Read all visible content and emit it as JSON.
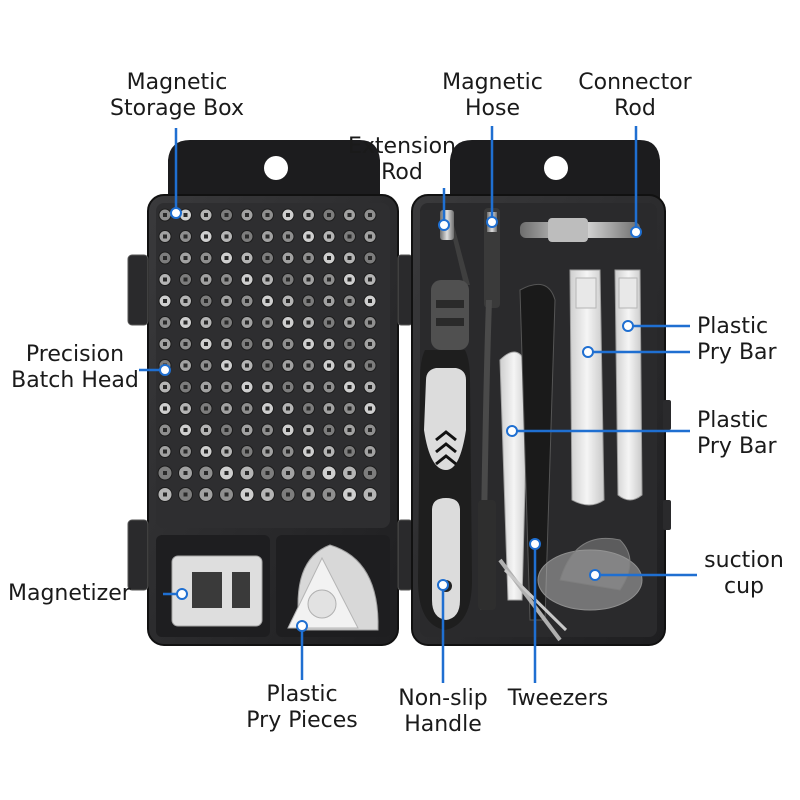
{
  "labels": {
    "magnetic_storage_box": [
      "Magnetic",
      "Storage Box"
    ],
    "magnetic_hose": [
      "Magnetic",
      "Hose"
    ],
    "connector_rod": [
      "Connector",
      "Rod"
    ],
    "extension_rod": [
      "Extension",
      "Rod"
    ],
    "precision_batch_head": [
      "Precision",
      "Batch Head"
    ],
    "plastic_pry_bar_1": [
      "Plastic",
      "Pry Bar"
    ],
    "plastic_pry_bar_2": [
      "Plastic",
      "Pry Bar"
    ],
    "suction_cup": [
      "suction",
      "cup"
    ],
    "magnetizer": [
      "Magnetizer"
    ],
    "plastic_pry_pieces": [
      "Plastic",
      "Pry Pieces"
    ],
    "non_slip_handle": [
      "Non-slip",
      "Handle"
    ],
    "tweezers": [
      "Tweezers"
    ]
  },
  "colors": {
    "case": "#2b2b2d",
    "case_edge": "#1a1a1a",
    "callout_line": "#1f6fd1",
    "callout_dot": "#ffffff",
    "plastic_white": "#e9e9e9",
    "bit_gray": "#9a9a9a"
  }
}
